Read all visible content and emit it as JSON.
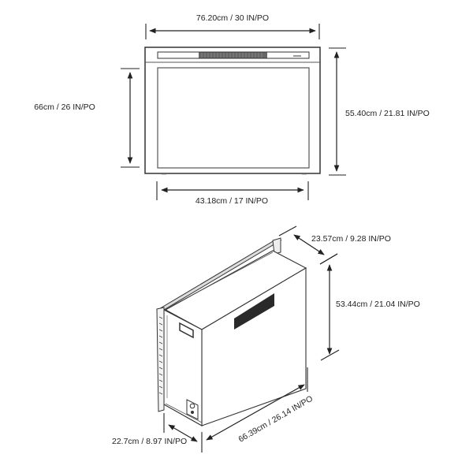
{
  "front_view": {
    "width_label": "76.20cm / 30 IN/PO",
    "opening_height_label": "66cm / 26 IN/PO",
    "total_height_label": "55.40cm / 21.81 IN/PO",
    "bottom_width_label": "43.18cm / 17 IN/PO"
  },
  "iso_view": {
    "depth_label": "23.57cm / 9.28 IN/PO",
    "height_label": "53.44cm / 21.04 IN/PO",
    "width_label": "66.39cm / 26.14 IN/PO",
    "flange_depth_label": "22.7cm / 8.97 IN/PO"
  },
  "colors": {
    "line": "#222222",
    "vent": "#2a2a2a",
    "background": "#ffffff"
  }
}
